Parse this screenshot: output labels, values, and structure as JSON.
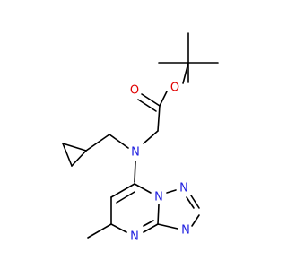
{
  "molecule": {
    "atoms": {
      "o_ether": "O",
      "o_carbonyl": "O",
      "n_amine": "N",
      "n_ring_bridge": "N",
      "n_triazole_top": "N",
      "n_triazole_right": "N",
      "n_pyrimidine": "N"
    }
  },
  "colors": {
    "carbon_bond": "#000000",
    "nitrogen": "#2020e0",
    "oxygen": "#e00000"
  }
}
